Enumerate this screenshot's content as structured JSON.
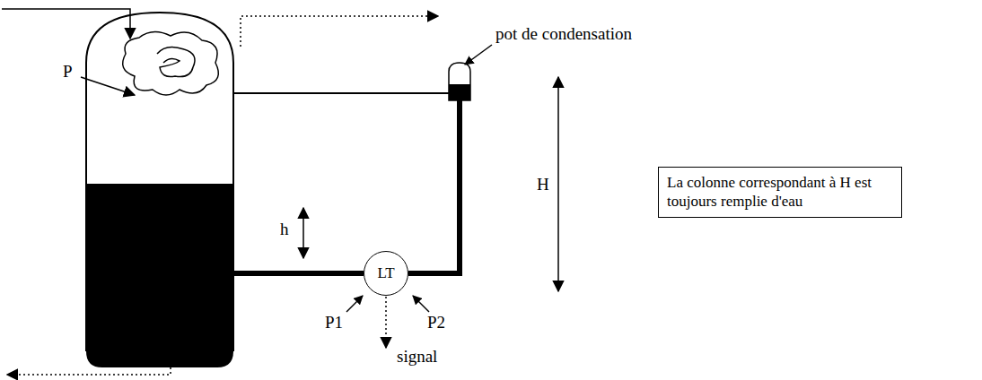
{
  "diagram": {
    "nodes": [
      {
        "text": [
          "LT"
        ]
      },
      {
        "text": [
          "La colonne correspondant à H est toujours remplie d'eau"
        ]
      }
    ],
    "labels": [
      "P",
      "pot de condensation",
      "H",
      "h",
      "P1",
      "P2",
      "signal"
    ]
  }
}
